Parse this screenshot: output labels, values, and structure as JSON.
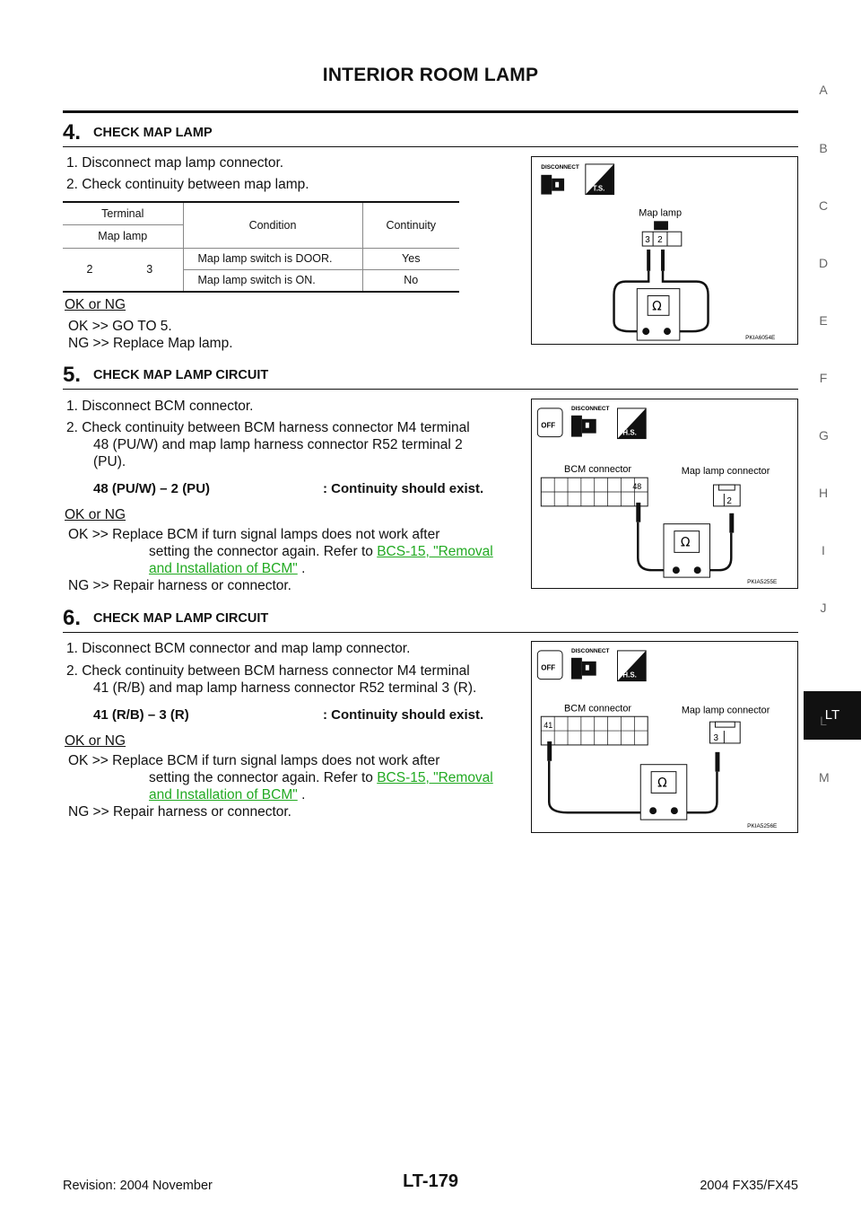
{
  "header": {
    "title": "INTERIOR ROOM LAMP"
  },
  "steps": [
    {
      "number": "4.",
      "title": "CHECK MAP LAMP",
      "items": [
        "1.  Disconnect map lamp connector.",
        "2.  Check continuity between map lamp."
      ],
      "table": {
        "col_terminal": "Terminal",
        "col_maplamp": "Map lamp",
        "col_condition": "Condition",
        "col_continuity": "Continuity",
        "t1": "2",
        "t2": "3",
        "rows": [
          {
            "condition": "Map lamp switch is DOOR.",
            "continuity": "Yes"
          },
          {
            "condition": "Map lamp switch is ON.",
            "continuity": "No"
          }
        ]
      },
      "result_label": "OK or NG",
      "ok": "OK     >> GO TO 5.",
      "ng": "NG     >> Replace Map lamp.",
      "figure": {
        "code": "PKIA6054E",
        "disconnect": "DISCONNECT",
        "ts": "T.S.",
        "label": "Map lamp",
        "pin_a": "3",
        "pin_b": "2",
        "ohm": "Ω"
      }
    },
    {
      "number": "5.",
      "title": "CHECK MAP LAMP CIRCUIT",
      "items": [
        "1.  Disconnect BCM connector.",
        "2.  Check continuity between BCM harness connector M4 terminal",
        "48 (PU/W) and map lamp harness connector R52 terminal 2",
        "(PU)."
      ],
      "spec_left": "48 (PU/W) – 2 (PU)",
      "spec_right": ": Continuity should exist.",
      "result_label": "OK or NG",
      "ok_prefix": "OK     >> Replace BCM if turn signal lamps does not work after",
      "ok_line2": "setting the connector again. Refer to",
      "ok_link1": "BCS-15, \"Removal",
      "ok_link2": "and Installation of BCM\"",
      "ok_tail": " .",
      "ng": "NG     >> Repair harness or connector.",
      "figure": {
        "code": "PKIA5255E",
        "disconnect": "DISCONNECT",
        "off": "OFF",
        "hs": "H.S.",
        "bcm": "BCM connector",
        "maplamp": "Map lamp connector",
        "pin_bcm": "48",
        "pin_lamp": "2",
        "ohm": "Ω"
      }
    },
    {
      "number": "6.",
      "title": "CHECK MAP LAMP CIRCUIT",
      "items": [
        "1.  Disconnect BCM connector and map lamp connector.",
        "2.  Check continuity between BCM harness connector M4 terminal",
        "41 (R/B) and map lamp harness connector R52 terminal 3 (R)."
      ],
      "spec_left": "41 (R/B) – 3 (R)",
      "spec_right": ": Continuity should exist.",
      "result_label": "OK or NG",
      "ok_prefix": "OK     >> Replace BCM if turn signal lamps does not work after",
      "ok_line2": "setting the connector again. Refer to",
      "ok_link1": "BCS-15, \"Removal",
      "ok_link2": "and Installation of BCM\"",
      "ok_tail": " .",
      "ng": "NG     >> Repair harness or connector.",
      "figure": {
        "code": "PKIA5256E",
        "disconnect": "DISCONNECT",
        "off": "OFF",
        "hs": "H.S.",
        "bcm": "BCM connector",
        "maplamp": "Map lamp connector",
        "pin_bcm": "41",
        "pin_lamp": "3",
        "ohm": "Ω"
      }
    }
  ],
  "side_index": [
    "A",
    "B",
    "C",
    "D",
    "E",
    "F",
    "G",
    "H",
    "I",
    "J",
    "LT",
    "L",
    "M"
  ],
  "footer": {
    "revision": "Revision: 2004 November",
    "page": "LT-179",
    "model": "2004 FX35/FX45"
  }
}
